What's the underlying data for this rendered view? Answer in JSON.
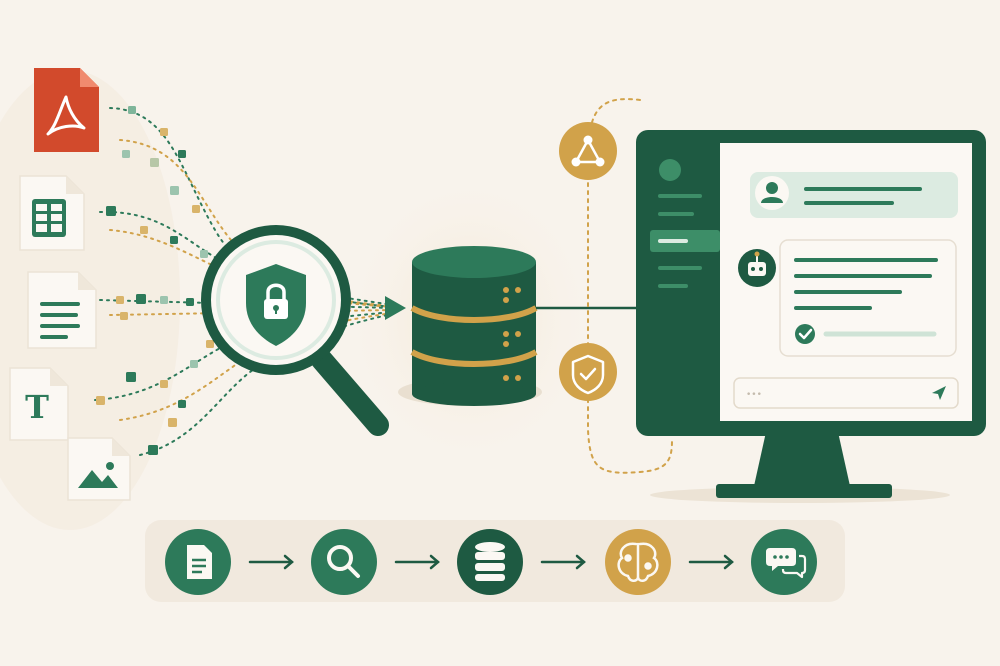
{
  "palette": {
    "background": "#f8f3ec",
    "green_dark": "#1e5a42",
    "green": "#2d7a5a",
    "green_light": "#dcebe1",
    "gold": "#d1a24a",
    "pdf_red": "#d24a2c",
    "card": "#fbf8f3"
  },
  "source_documents": [
    {
      "type": "pdf",
      "icon": "pdf-icon"
    },
    {
      "type": "spreadsheet",
      "icon": "spreadsheet-icon"
    },
    {
      "type": "text-document",
      "icon": "document-lines-icon"
    },
    {
      "type": "plain-text",
      "icon": "text-t-icon",
      "glyph": "T"
    },
    {
      "type": "image",
      "icon": "image-icon"
    }
  ],
  "center": {
    "scanner_icon": "magnifier-shield-lock-icon",
    "store_icon": "database-icon"
  },
  "side_badges": [
    {
      "icon": "graph-nodes-icon"
    },
    {
      "icon": "shield-check-icon"
    }
  ],
  "monitor": {
    "chat_messages": [
      {
        "role": "user",
        "avatar_icon": "user-avatar-icon",
        "line_count": 2
      },
      {
        "role": "assistant",
        "avatar_icon": "robot-avatar-icon",
        "line_count": 4,
        "has_check": true
      }
    ],
    "input_dots": "•••",
    "send_icon": "send-icon"
  },
  "pipeline_steps": [
    {
      "icon": "document-icon",
      "color": "green"
    },
    {
      "icon": "search-icon",
      "color": "green"
    },
    {
      "icon": "database-icon",
      "color": "green_dark"
    },
    {
      "icon": "brain-icon",
      "color": "gold"
    },
    {
      "icon": "chat-bubbles-icon",
      "color": "green"
    }
  ]
}
